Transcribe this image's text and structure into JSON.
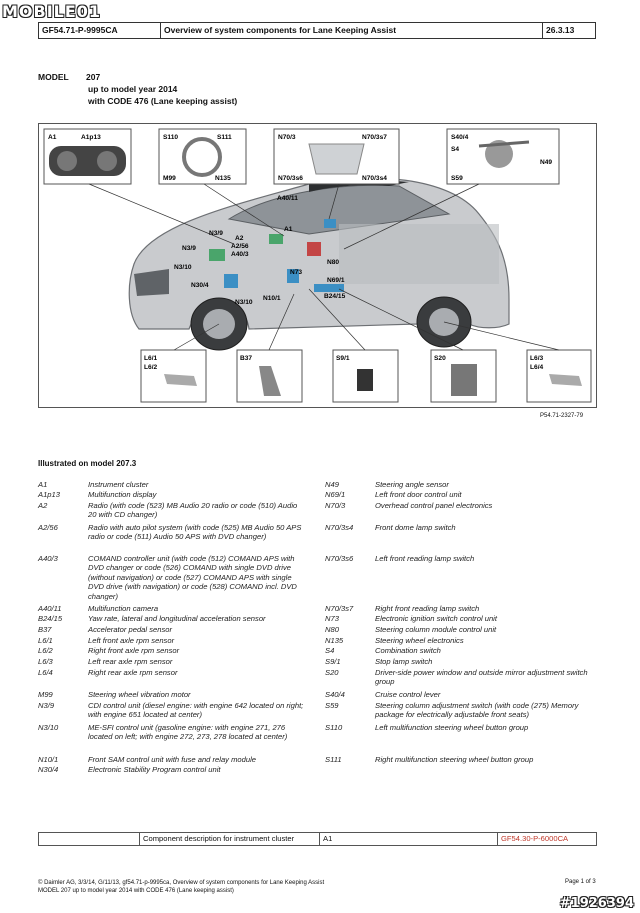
{
  "watermark": {
    "top": "MOBILE01",
    "bottom": "#1926394"
  },
  "header": {
    "doc_id": "GF54.71-P-9995CA",
    "title": "Overview of system components for Lane Keeping Assist",
    "date": "26.3.13"
  },
  "model": {
    "label": "MODEL",
    "value": "207",
    "line1": "up to model year 2014",
    "line2": "with CODE 476 (Lane keeping assist)"
  },
  "figure": {
    "ref": "P54.71-2327-79",
    "callouts_top": [
      {
        "labels": [
          "A1",
          "A1p13"
        ]
      },
      {
        "labels": [
          "S110",
          "S111",
          "M99",
          "N135"
        ]
      },
      {
        "labels": [
          "N70/3",
          "N70/3s7",
          "N70/3s6",
          "N70/3s4"
        ]
      },
      {
        "labels": [
          "S40/4",
          "S4",
          "N49",
          "S59"
        ]
      }
    ],
    "callouts_bottom": [
      {
        "labels": [
          "L6/1",
          "L6/2"
        ]
      },
      {
        "labels": [
          "B37"
        ]
      },
      {
        "labels": [
          "S9/1"
        ]
      },
      {
        "labels": [
          "S20"
        ]
      },
      {
        "labels": [
          "L6/3",
          "L6/4"
        ]
      }
    ],
    "car_labels": [
      "A40/11",
      "A1",
      "N3/9",
      "A2",
      "A2/56",
      "A40/3",
      "N3/9",
      "N3/10",
      "N30/4",
      "N73",
      "N80",
      "N69/1",
      "B24/15",
      "N3/10",
      "N10/1"
    ]
  },
  "illustrated": "Illustrated on model 207.3",
  "legend_left": [
    {
      "code": "A1",
      "desc": "Instrument cluster"
    },
    {
      "code": "A1p13",
      "desc": "Multifunction display"
    },
    {
      "code": "A2",
      "desc": "Radio (with code (523) MB Audio 20 radio or code (510) Audio 20 with CD changer)"
    },
    {
      "code": "A2/56",
      "desc": "Radio with auto pilot system (with code (525) MB Audio 50 APS radio or code (511) Audio 50 APS with DVD changer)"
    },
    {
      "code": "A40/3",
      "desc": "COMAND controller unit (with code (512) COMAND APS with DVD changer or code (526) COMAND with single DVD drive (without navigation) or code (527) COMAND APS with single DVD drive (with navigation) or code (528) COMAND incl. DVD changer)"
    },
    {
      "code": "A40/11",
      "desc": "Multifunction camera"
    },
    {
      "code": "B24/15",
      "desc": "Yaw rate, lateral and longitudinal acceleration sensor"
    },
    {
      "code": "B37",
      "desc": "Accelerator pedal sensor"
    },
    {
      "code": "L6/1",
      "desc": "Left front axle rpm sensor"
    },
    {
      "code": "L6/2",
      "desc": "Right front axle rpm sensor"
    },
    {
      "code": "L6/3",
      "desc": "Left rear axle rpm sensor"
    },
    {
      "code": "L6/4",
      "desc": "Right rear axle rpm sensor"
    },
    {
      "code": "M99",
      "desc": "Steering wheel vibration motor"
    },
    {
      "code": "N3/9",
      "desc": "CDI control unit (diesel engine: with engine 642 located on right; with engine 651 located at center)"
    },
    {
      "code": "N3/10",
      "desc": "ME-SFI control unit (gasoline engine: with engine 271, 276 located on left; with engine 272, 273, 278 located at center)"
    },
    {
      "code": "N10/1",
      "desc": "Front SAM control unit with fuse and relay module"
    },
    {
      "code": "N30/4",
      "desc": "Electronic Stability Program control unit"
    }
  ],
  "legend_right": [
    {
      "code": "N49",
      "desc": "Steering angle sensor"
    },
    {
      "code": "N69/1",
      "desc": "Left front door control unit"
    },
    {
      "code": "N70/3",
      "desc": "Overhead control panel electronics"
    },
    {
      "code": "N70/3s4",
      "desc": "Front dome lamp switch"
    },
    {
      "code": "N70/3s6",
      "desc": "Left front reading lamp switch"
    },
    {
      "code": "N70/3s7",
      "desc": "Right front reading lamp switch"
    },
    {
      "code": "N73",
      "desc": "Electronic ignition switch control unit"
    },
    {
      "code": "N80",
      "desc": "Steering column module control unit"
    },
    {
      "code": "N135",
      "desc": "Steering wheel electronics"
    },
    {
      "code": "S4",
      "desc": "Combination switch"
    },
    {
      "code": "S9/1",
      "desc": "Stop lamp switch"
    },
    {
      "code": "S20",
      "desc": "Driver-side power window and outside mirror adjustment switch group"
    },
    {
      "code": "S40/4",
      "desc": "Cruise control lever"
    },
    {
      "code": "S59",
      "desc": "Steering column adjustment switch (with code (275) Memory package for electrically adjustable front seats)"
    },
    {
      "code": "S110",
      "desc": "Left multifunction steering wheel button group"
    },
    {
      "code": "S111",
      "desc": "Right multifunction steering wheel button group"
    }
  ],
  "footer_table": {
    "desc": "Component description for instrument cluster",
    "code": "A1",
    "link": "GF54.30-P-6000CA"
  },
  "footer": {
    "line1": "© Daimler AG, 3/3/14, G/11/13, gf54.71-p-9995ca, Overview of system components for Lane Keeping Assist",
    "line2": "MODEL 207 up to model year 2014 with CODE 476 (Lane keeping assist)",
    "page": "Page 1 of 3"
  },
  "colors": {
    "link": "#c0392b",
    "border": "#333333"
  }
}
